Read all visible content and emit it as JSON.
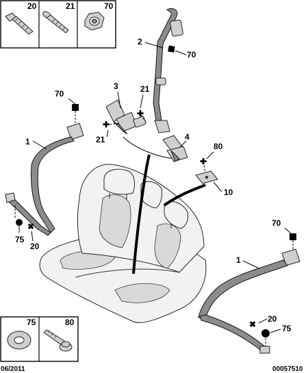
{
  "parts_box_top": {
    "items": [
      {
        "ref": "20",
        "icon": "bolt-icon"
      },
      {
        "ref": "21",
        "icon": "screw-icon"
      },
      {
        "ref": "70",
        "icon": "nut-icon"
      }
    ]
  },
  "parts_box_bottom": {
    "items": [
      {
        "ref": "75",
        "icon": "washer-icon"
      },
      {
        "ref": "80",
        "icon": "screw-with-washer-icon"
      }
    ]
  },
  "callouts": {
    "belt_center_upper": "2",
    "nut_center": "70",
    "buckle": "3",
    "screw_buckle_upper": "21",
    "screw_buckle_lower": "21",
    "center_anchor": "4",
    "screw_bracket": "80",
    "bracket": "10",
    "nut_left": "70",
    "belt_left": "1",
    "washer_left": "75",
    "bolt_left": "20",
    "nut_right": "70",
    "belt_right": "1",
    "bolt_right": "20",
    "washer_right": "75"
  },
  "footer": {
    "date": "06/2011",
    "reference": "00057510"
  }
}
